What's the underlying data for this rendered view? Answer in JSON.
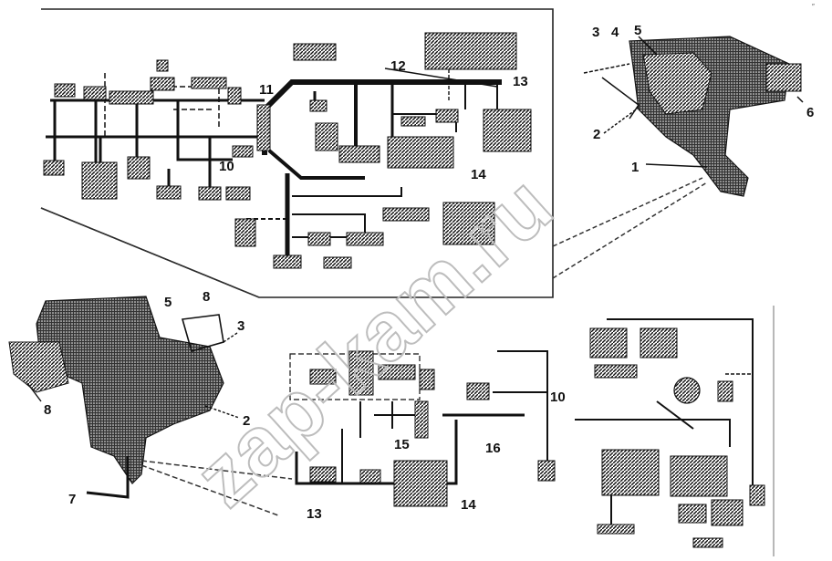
{
  "watermark": "zap-kam.ru",
  "corner_mark": "″",
  "callouts": {
    "c1": "1",
    "c2a": "2",
    "c2b": "2",
    "c3a": "3",
    "c3b": "3",
    "c4": "4",
    "c5a": "5",
    "c5b": "5",
    "c6": "6",
    "c7": "7",
    "c8a": "8",
    "c8b": "8",
    "c10a": "10",
    "c10b": "10",
    "c11": "11",
    "c12": "12",
    "c13a": "13",
    "c13b": "13",
    "c14a": "14",
    "c14b": "14",
    "c15": "15",
    "c16": "16"
  }
}
